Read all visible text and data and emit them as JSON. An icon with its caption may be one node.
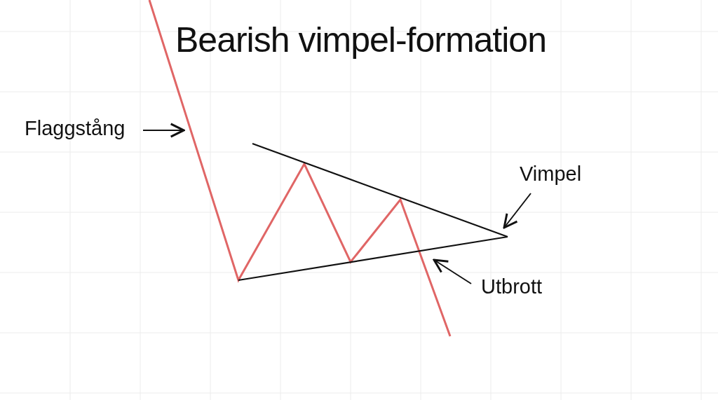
{
  "diagram": {
    "title": "Bearish vimpel-formation",
    "nodes": [
      {
        "text": [
          "Flaggstång"
        ]
      },
      {
        "text": [
          "Vimpel"
        ]
      },
      {
        "text": [
          "Utbrott"
        ]
      }
    ],
    "edges": [
      {
        "from": 0,
        "to": null,
        "arrow": "to"
      },
      {
        "from": 1,
        "to": null,
        "arrow": "to"
      },
      {
        "from": 2,
        "to": null,
        "arrow": "to"
      }
    ]
  }
}
